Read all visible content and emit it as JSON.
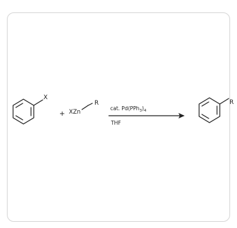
{
  "reaction": {
    "reactant1_substituent": "X",
    "plus": "+",
    "reagent": "XZn",
    "reagent_group": "R",
    "catalyst_label": "cat. Pd(PPh",
    "catalyst_sub_3": "3",
    "catalyst_close": ")",
    "catalyst_sub_4": "4",
    "solvent_label": "THF",
    "product_substituent": "R"
  },
  "colors": {
    "ink": "#222222",
    "card_border": "#d6d6d6"
  }
}
